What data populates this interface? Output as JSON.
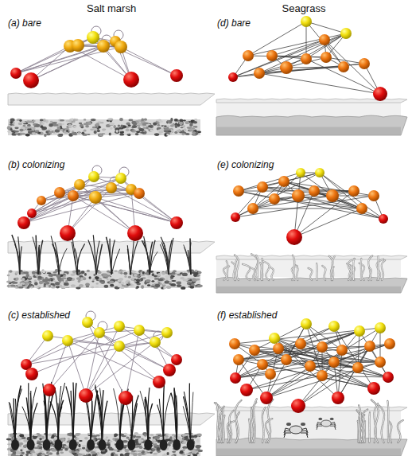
{
  "diagram": {
    "labels": [
      "Salt marsh",
      "Seagrass",
      "(a) bare",
      "(d) bare",
      "(b) colonizing",
      "(e) colonizing",
      "(c) established",
      "(f) established"
    ]
  }
}
